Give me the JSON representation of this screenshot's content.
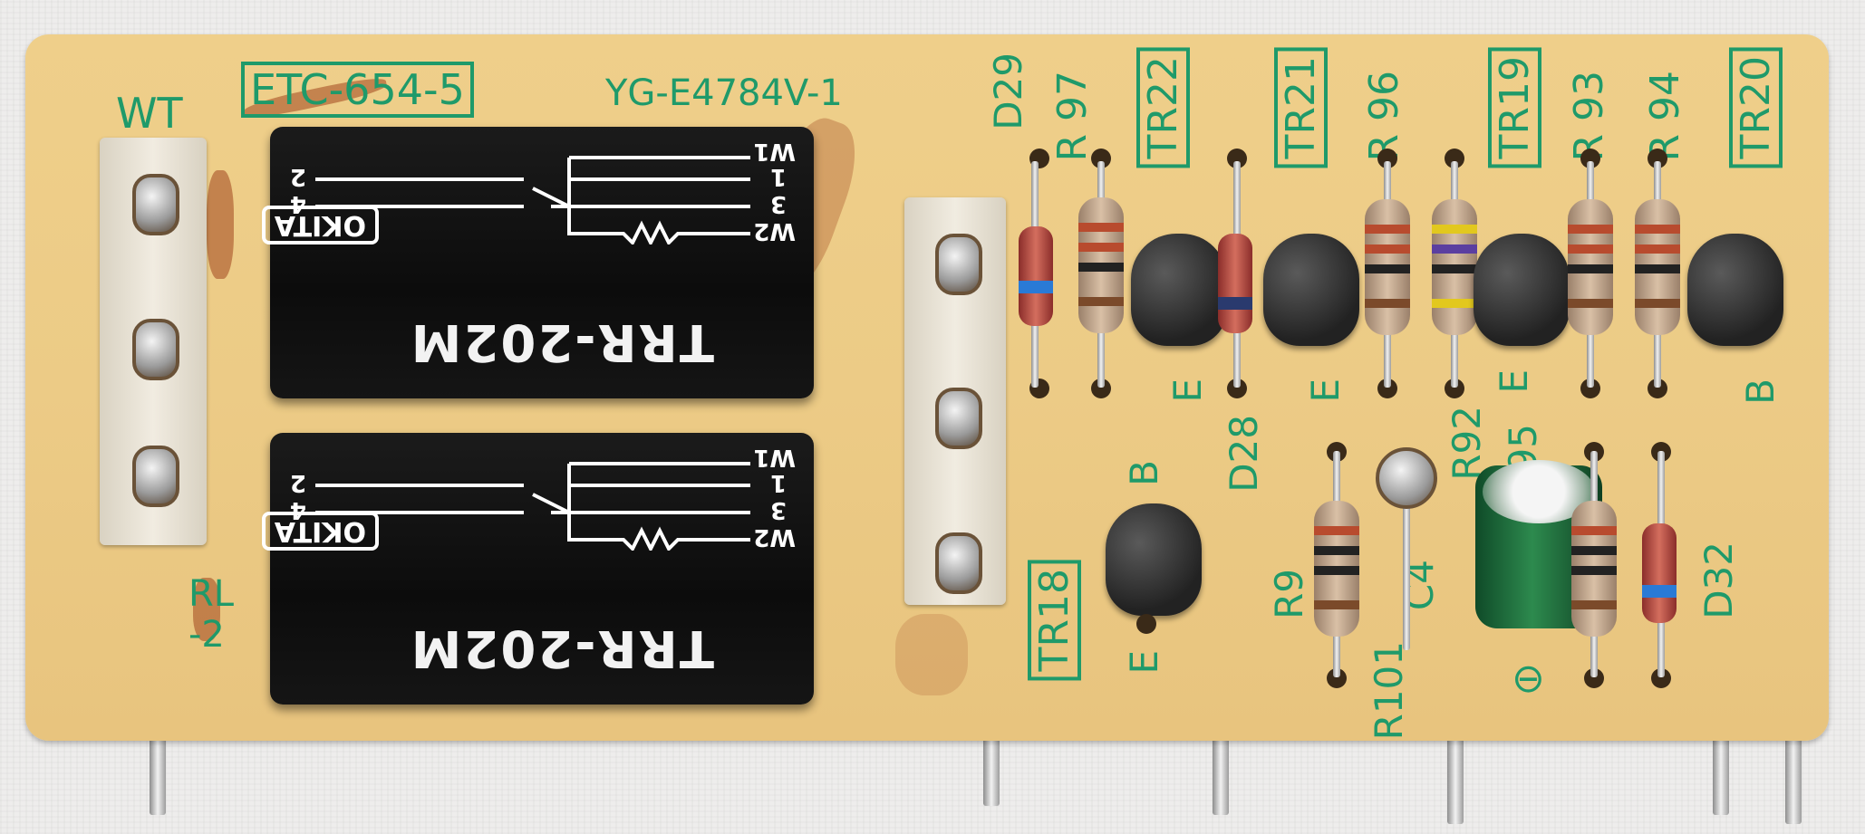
{
  "image": {
    "subject": "pcb",
    "colors": {
      "board": "#eccb86",
      "silkscreen": "#1f9a6a",
      "relay_body": "#111111",
      "background": "#eeedec"
    }
  },
  "board_markings": {
    "wt": "WT",
    "part_number": "ETC-654-5",
    "revision": "YG-E4784V-1",
    "rl": "RL",
    "rl_index": "-2",
    "d29": "D29",
    "r97": "R 97",
    "tr22": "TR22",
    "tr21": "TR21",
    "r96": "R 96",
    "tr19": "TR19",
    "r93": "R 93",
    "r94": "R 94",
    "tr20": "TR20",
    "e1": "E",
    "e2": "E",
    "e3": "E",
    "b_top": "B",
    "d28": "D28",
    "r92": "R92",
    "r95": "95",
    "b_mid": "B",
    "r91": "R9",
    "c41": "C4",
    "d32": "D32",
    "tr18": "TR18",
    "e_bot": "E",
    "r101": "R101",
    "cap_minus": "⊖"
  },
  "relays": [
    {
      "model": "TRR-202M",
      "brand": "OKITA",
      "pins": [
        "W2",
        "3",
        "1",
        "W1",
        "4",
        "2"
      ]
    },
    {
      "model": "TRR-202M",
      "brand": "OKITA",
      "pins": [
        "W2",
        "3",
        "1",
        "W1",
        "4",
        "2"
      ]
    }
  ]
}
